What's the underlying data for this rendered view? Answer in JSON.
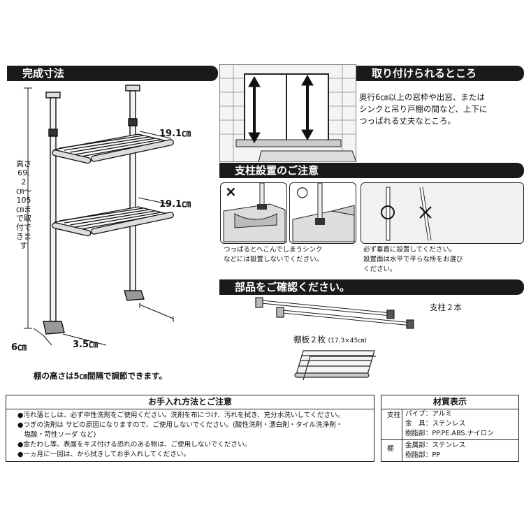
{
  "sections": {
    "dimensions": "完成寸法",
    "mount": "取り付けられるところ",
    "caution": "支柱設置のご注意",
    "parts": "部品をご確認ください。"
  },
  "dims": {
    "width_top": "19.1㎝",
    "width_mid": "19.1㎝",
    "height": "高さ69.2㎝〜105㎝まで取付できます",
    "base_depth": "6㎝",
    "base_width": "3.5㎝",
    "shelf_note": "棚の高さは5㎝間隔で調節できます。"
  },
  "mount_desc": [
    "奥行6㎝以上の窓枠や出窓、または",
    "シンクと吊り戸棚の間など、上下に",
    "つっぱれる丈夫なところ。"
  ],
  "caution": {
    "ng_mark": "×",
    "ok_mark": "○",
    "left_caption": [
      "つっぱるとへこんでしまうシンク",
      "などには設置しないでください。"
    ],
    "right_caption": [
      "必ず垂直に設置してください。",
      "設置面は水平で平らな所をお選び",
      "ください。"
    ]
  },
  "parts": {
    "pillar_label": "支柱２本",
    "shelf_label": "棚板２枚",
    "shelf_size": "(17.3×45㎝)"
  },
  "care": {
    "title": "お手入れ方法とご注意",
    "items": [
      "●汚れ落としは、必ず中性洗剤をご使用ください。洗剤を布につけ、汚れを拭き、充分水洗いしてください。",
      "●つぎの洗剤は サビの原因になりますので、ご使用しないでください。(酸性洗剤・漂白剤・タイル洗浄剤・",
      "　塩酸・苛性ソーダ など)",
      "●金たわし等、表面をキズ付ける恐れのある物は、ご使用しないでください。",
      "●一ヵ月に一回は、から拭きしてお手入れしてください。"
    ]
  },
  "materials": {
    "title": "材質表示",
    "pillar_head": "支柱",
    "pillar_rows": [
      "パイプ：アルミ",
      "金　具：ステンレス",
      "樹脂部：PP.PE.ABS.ナイロン"
    ],
    "shelf_head": "棚",
    "shelf_rows": [
      "金属部：ステンレス",
      "樹脂部：PP"
    ]
  }
}
